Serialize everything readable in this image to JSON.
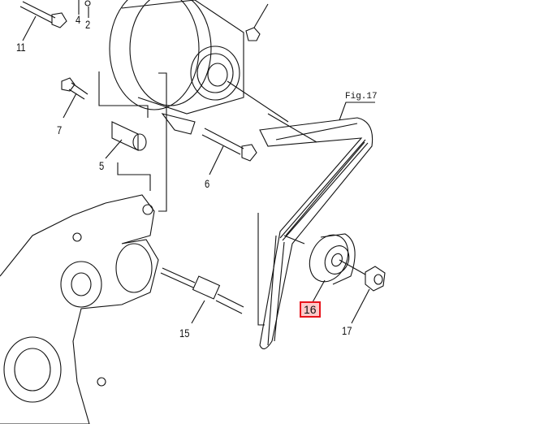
{
  "figure": "Fig.17",
  "highlight_color": "#e8131b",
  "parts": {
    "p11": "11",
    "p4": "4",
    "p2": "2",
    "p7": "7",
    "p5": "5",
    "p6": "6",
    "p15": "15",
    "p16": "16",
    "p17": "17"
  }
}
